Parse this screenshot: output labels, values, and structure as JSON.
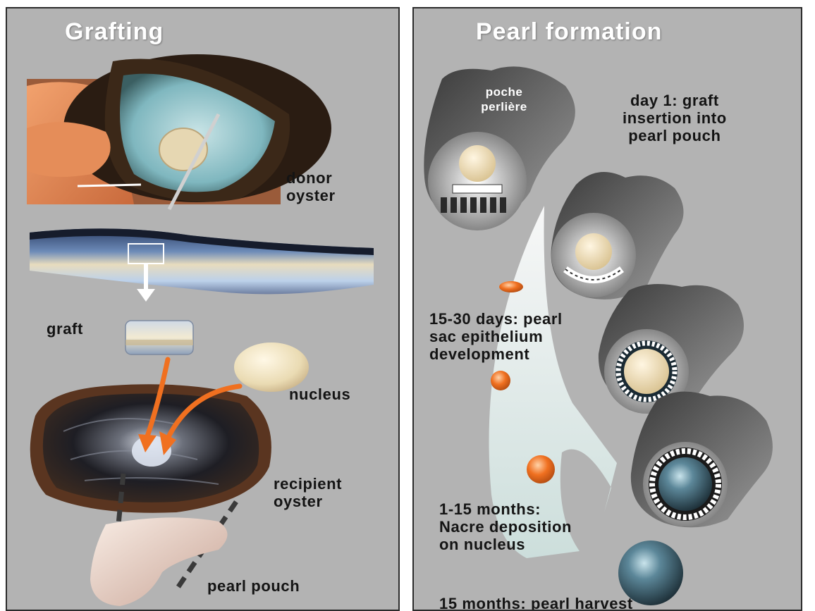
{
  "grafting": {
    "title": "Grafting",
    "labels": {
      "donor": [
        "donor",
        "oyster"
      ],
      "graft": "graft",
      "nucleus": "nucleus",
      "recipient": [
        "recipient",
        "oyster"
      ],
      "pouch": "pearl pouch"
    }
  },
  "formation": {
    "title": "Pearl formation",
    "pouch_label": [
      "poche",
      "perlière"
    ],
    "stages": [
      {
        "lines": [
          "day 1: graft",
          "insertion into",
          "pearl pouch"
        ]
      },
      {
        "lines": [
          "15-30 days: pearl",
          "sac epithelium",
          "development"
        ]
      },
      {
        "lines": [
          "1-15 months:",
          "Nacre deposition",
          "on nucleus"
        ]
      },
      {
        "lines": [
          "15 months: pearl harvest"
        ]
      }
    ]
  },
  "colors": {
    "panel_bg": "#b3b3b3",
    "arrow_orange": "#f07020",
    "white_arrow": "#ffffff",
    "nacre": "#e9dcc0",
    "pearl_dark": "#2f4e5e"
  }
}
